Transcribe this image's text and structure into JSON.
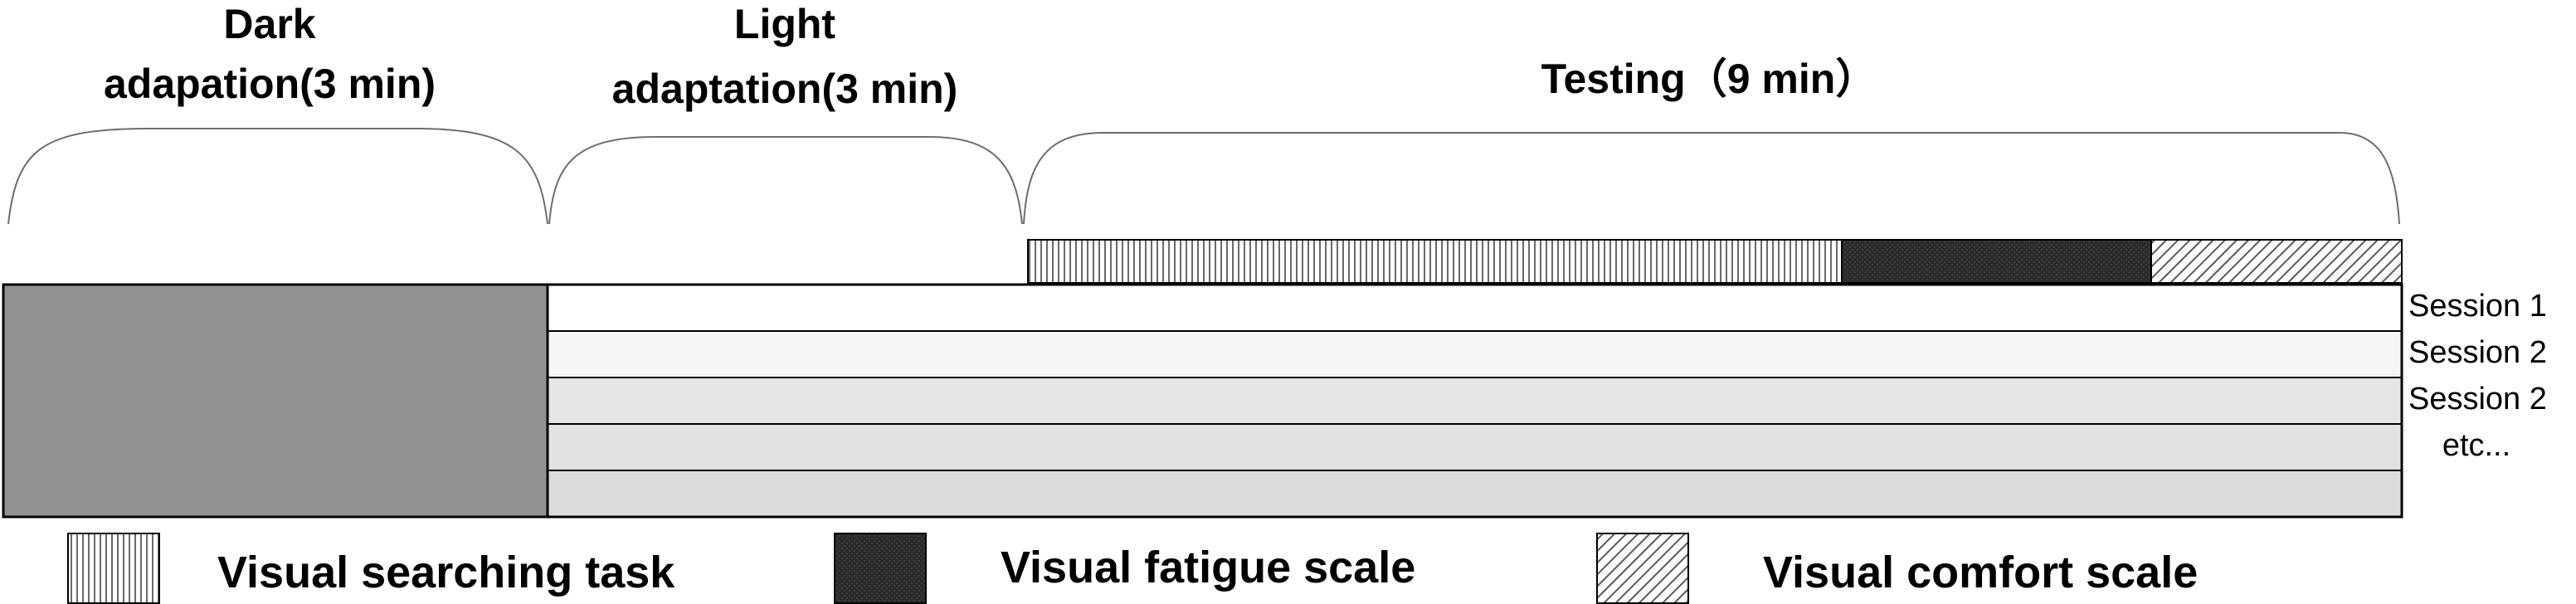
{
  "phases": [
    {
      "line1": "Dark",
      "line2": "adapation(3 min)"
    },
    {
      "line1": "Light",
      "line2": "adaptation(3 min)"
    },
    {
      "line1": "Testing（9 min）",
      "line2": ""
    }
  ],
  "session_labels": [
    "Session 1",
    "Session 2",
    "Session 2",
    "etc..."
  ],
  "legend": [
    {
      "label": "Visual searching task",
      "pattern": "vertical-lines"
    },
    {
      "label": "Visual fatigue scale",
      "pattern": "dark-fill"
    },
    {
      "label": "Visual comfort scale",
      "pattern": "diagonal-lines"
    }
  ],
  "colors": {
    "dark_block": "#929292",
    "fatigue_fill": "#2a2a2a",
    "row_fills": [
      "#ffffff",
      "#f6f6f6",
      "#e6e6e6",
      "#e2e2e2",
      "#dcdcdc"
    ],
    "stroke": "#000000"
  }
}
